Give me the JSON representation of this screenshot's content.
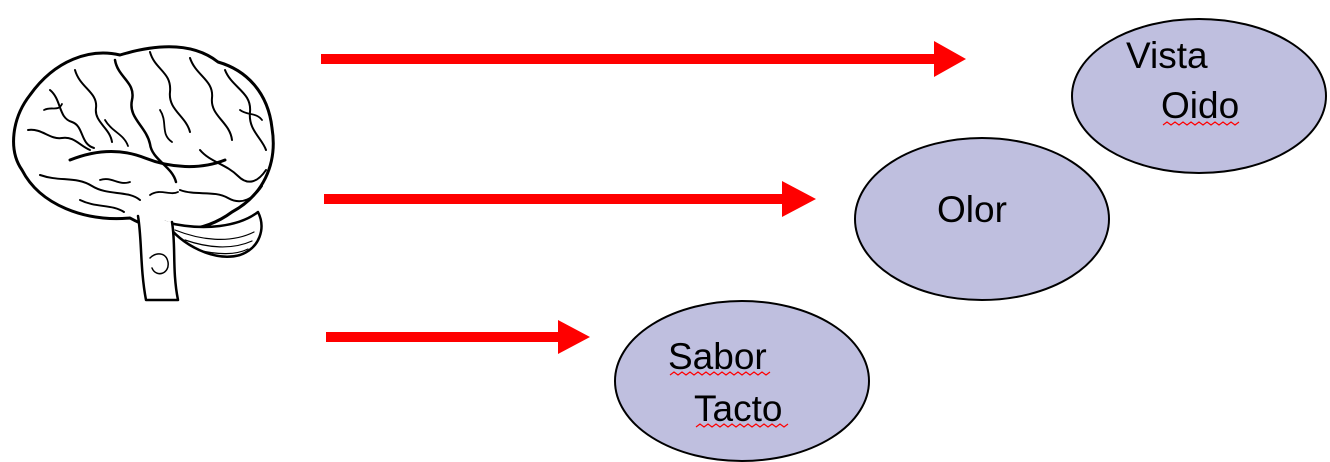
{
  "colors": {
    "arrow": "#ff0000",
    "ellipse_fill": "#bfbfdf",
    "ellipse_stroke": "#000000",
    "spellcheck_underline": "#ff0000"
  },
  "brain": {
    "icon": "brain-icon"
  },
  "senses": {
    "top": {
      "line1": "Vista",
      "line2": "Oido"
    },
    "middle": {
      "line1": "Olor"
    },
    "bottom": {
      "line1": "Sabor",
      "line2": "Tacto"
    }
  }
}
